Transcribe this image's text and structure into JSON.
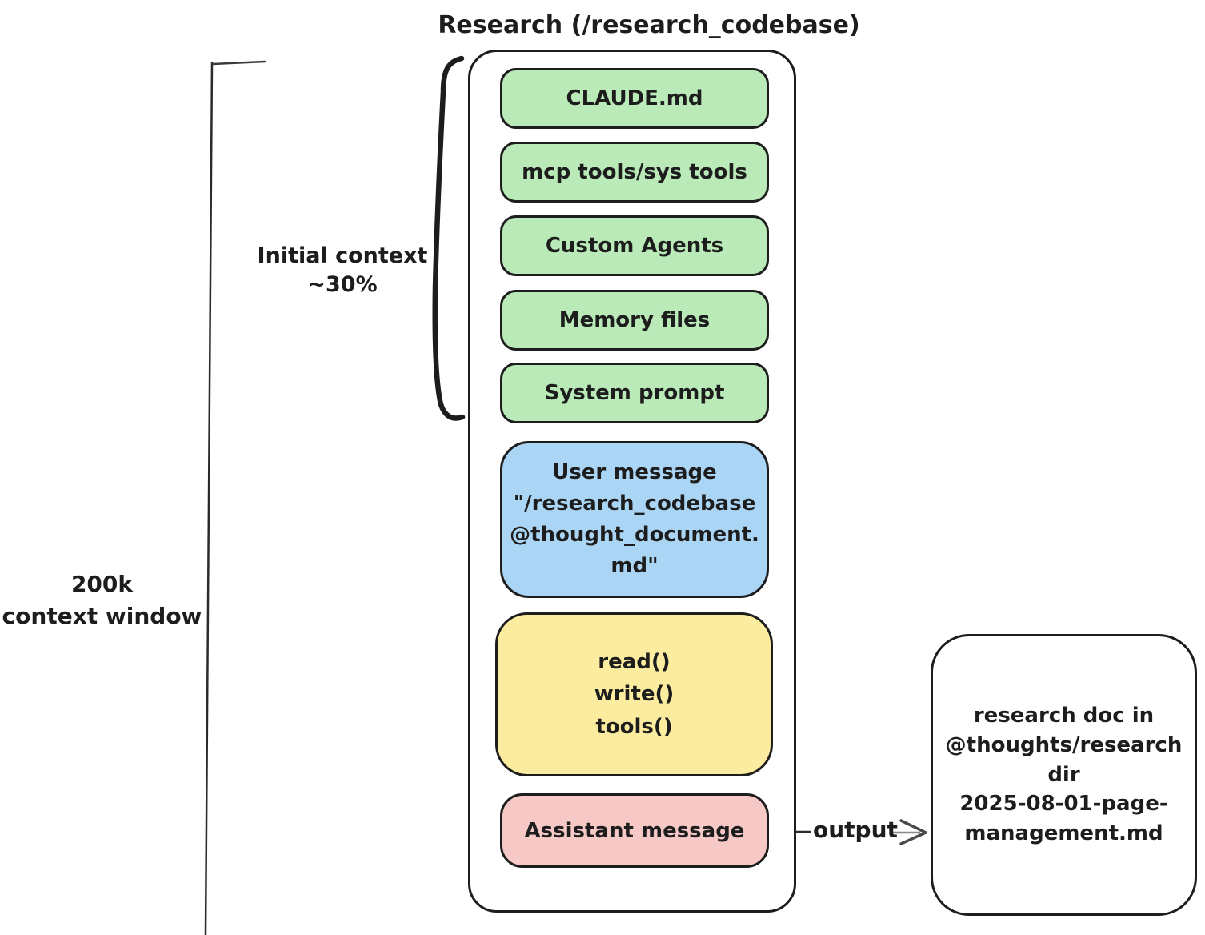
{
  "title": "Research (/research_codebase)",
  "labels": {
    "context_window": "200k\ncontext window",
    "initial_context": "Initial context\n~30%",
    "output_arrow": "output"
  },
  "stack": {
    "green_boxes": [
      "CLAUDE.md",
      "mcp tools/sys tools",
      "Custom Agents",
      "Memory files",
      "System prompt"
    ],
    "user_message": "User message\n\"/research_codebase\n@thought_document.\nmd\"",
    "tools_box": "read()\nwrite()\ntools()",
    "assistant_message": "Assistant message"
  },
  "output_box": "research doc in\n@thoughts/research\ndir\n2025-08-01-page-\nmanagement.md",
  "colors": {
    "green": "#b9eab8",
    "blue": "#aad5f5",
    "yellow": "#fcec9f",
    "pink": "#f6c9c6",
    "ink": "#1d1d1d"
  }
}
